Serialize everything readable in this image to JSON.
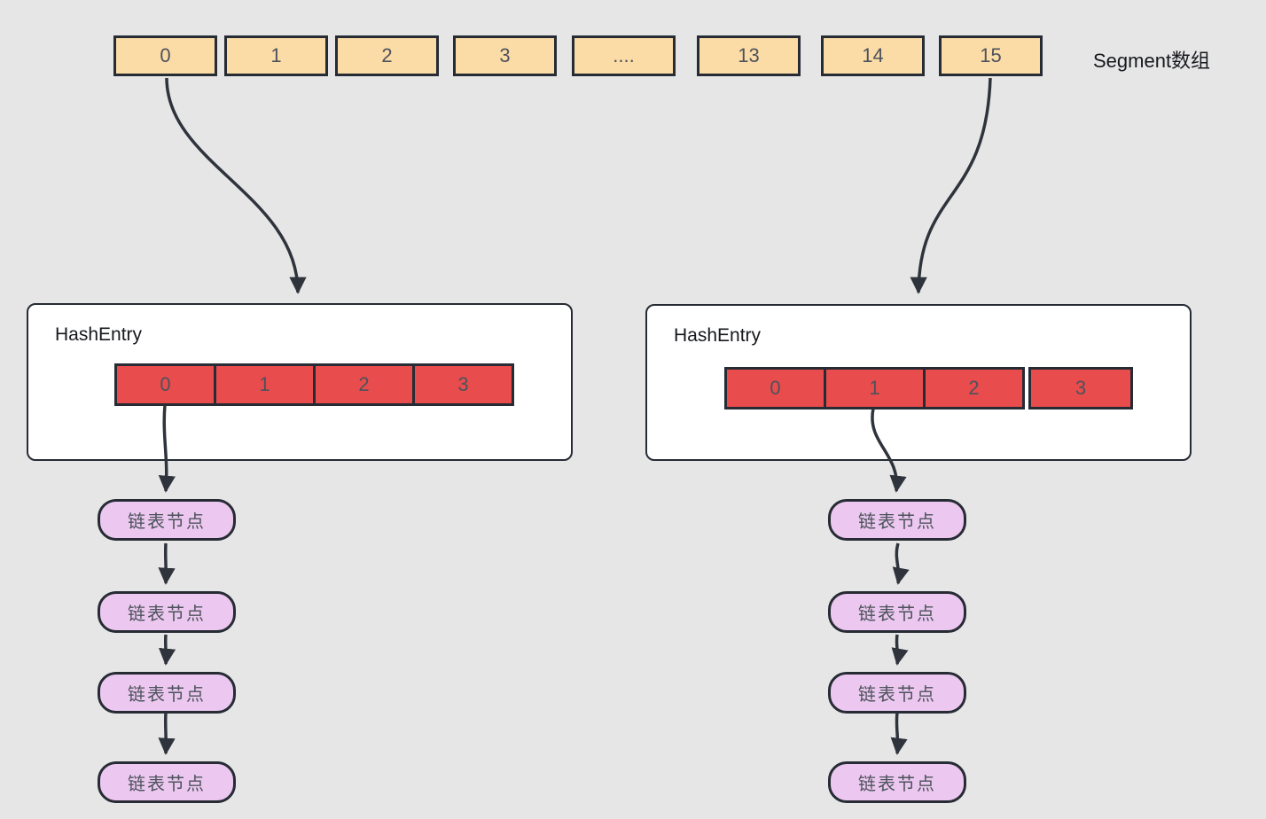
{
  "colors": {
    "background": "#E6E6E6",
    "box_border": "#262B34",
    "segment_fill": "#FBDBA6",
    "entry_fill": "#E84C4C",
    "node_fill": "#ECC8F0",
    "container_fill": "#FFFFFF",
    "arrow": "#2F333C",
    "number_text": "#4D525C",
    "title_text": "#17191E"
  },
  "segment_array": {
    "label": "Segment数组",
    "cells": [
      "0",
      "1",
      "2",
      "3",
      "....",
      "13",
      "14",
      "15"
    ]
  },
  "hash_entry_left": {
    "title": "HashEntry",
    "cells": [
      "0",
      "1",
      "2",
      "3"
    ]
  },
  "hash_entry_right": {
    "title": "HashEntry",
    "cells": [
      "0",
      "1",
      "2",
      "3"
    ]
  },
  "chain_left": {
    "nodes": [
      "链表节点",
      "链表节点",
      "链表节点",
      "链表节点"
    ]
  },
  "chain_right": {
    "nodes": [
      "链表节点",
      "链表节点",
      "链表节点",
      "链表节点"
    ]
  }
}
